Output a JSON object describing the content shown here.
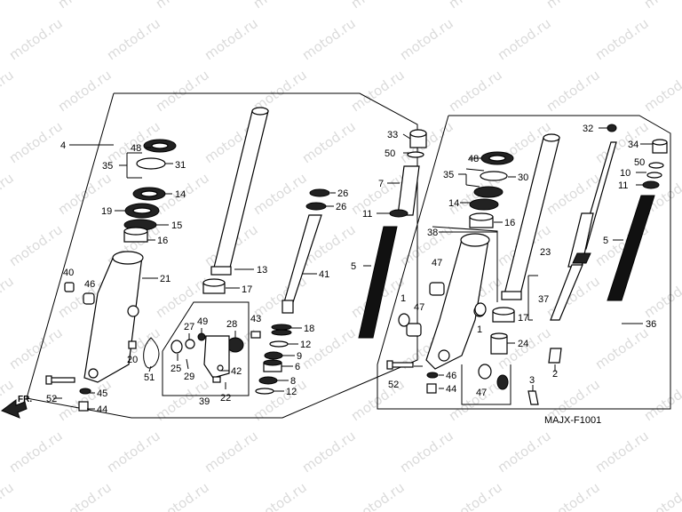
{
  "watermark": "motod.ru",
  "diagram_code": "MAJX-F1001",
  "direction_label": "FR.",
  "callouts": {
    "left": [
      "4",
      "48",
      "35",
      "31",
      "14",
      "19",
      "15",
      "16",
      "40",
      "46",
      "21",
      "13",
      "17",
      "26",
      "26",
      "41",
      "27",
      "49",
      "28",
      "43",
      "18",
      "12",
      "9",
      "6",
      "8",
      "12",
      "20",
      "25",
      "29",
      "42",
      "51",
      "22",
      "39",
      "52",
      "45",
      "44"
    ],
    "right": [
      "33",
      "50",
      "7",
      "11",
      "5",
      "38",
      "48",
      "35",
      "30",
      "14",
      "16",
      "47",
      "47",
      "1",
      "1",
      "23",
      "37",
      "17",
      "24",
      "32",
      "34",
      "10",
      "50",
      "11",
      "5",
      "36",
      "52",
      "46",
      "44",
      "47",
      "3",
      "2"
    ]
  }
}
